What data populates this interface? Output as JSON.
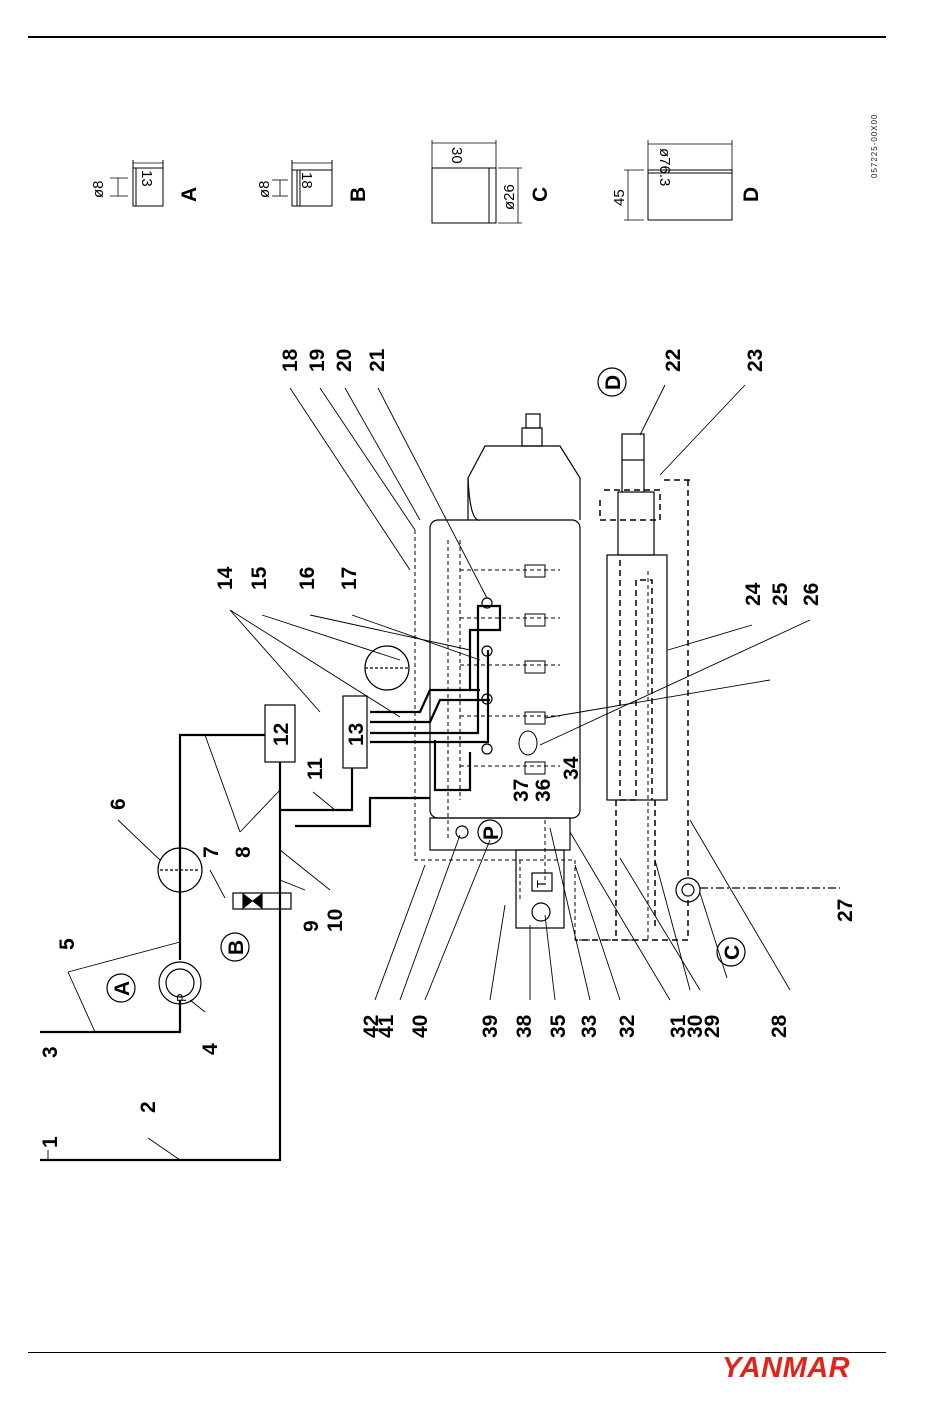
{
  "document": {
    "code": "057225-00X00",
    "brand": "YANMAR",
    "brand_color": "#e2231a"
  },
  "hose_details": [
    {
      "key": "A",
      "letter": "A",
      "diameter": "ø8",
      "length": "13"
    },
    {
      "key": "B",
      "letter": "B",
      "diameter": "ø8",
      "length": "18"
    },
    {
      "key": "C",
      "letter": "C",
      "diameter": "ø26",
      "length": "30"
    },
    {
      "key": "D",
      "letter": "D",
      "diameter": "ø76.3",
      "length": "45"
    }
  ],
  "callouts": [
    "1",
    "2",
    "3",
    "4",
    "5",
    "6",
    "7",
    "8",
    "9",
    "10",
    "11",
    "12",
    "13",
    "14",
    "15",
    "16",
    "17",
    "18",
    "19",
    "20",
    "21",
    "22",
    "23",
    "24",
    "25",
    "26",
    "27",
    "28",
    "29",
    "30",
    "31",
    "32",
    "33",
    "34",
    "35",
    "36",
    "37",
    "38",
    "39",
    "40",
    "41",
    "42"
  ],
  "symbols": {
    "pump": "P",
    "thermostat": "T",
    "circle_a": "A",
    "circle_b": "B",
    "circle_c": "C",
    "circle_d": "D"
  }
}
